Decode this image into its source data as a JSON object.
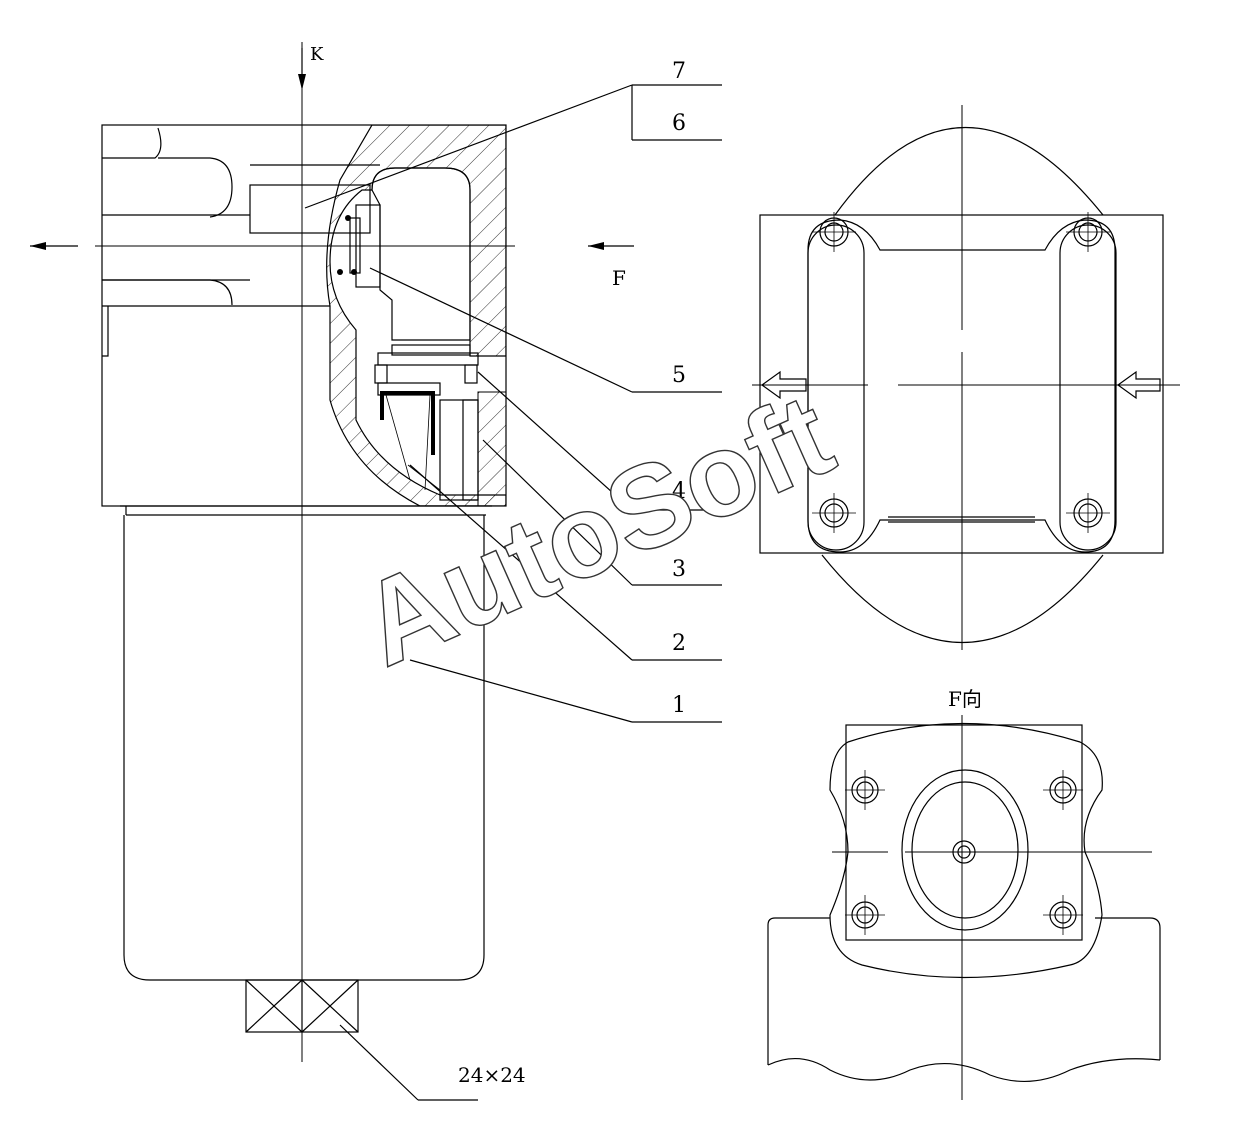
{
  "labels": {
    "view_k": "K",
    "view_f": "F",
    "part_7": "7",
    "part_6": "6",
    "part_5": "5",
    "part_4": "4",
    "part_3": "3",
    "part_2": "2",
    "part_1": "1",
    "f_view_title": "F向",
    "hex_size": "24×24"
  },
  "watermark": "AutoSoft",
  "colors": {
    "line": "#000000",
    "background": "#ffffff",
    "watermark_outline": "#333333"
  }
}
